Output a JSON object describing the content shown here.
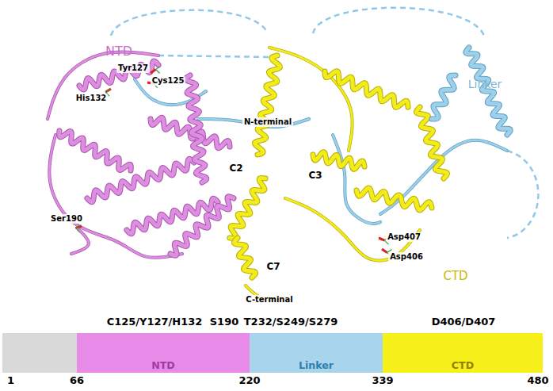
{
  "diagram": {
    "nodes": [
      {
        "text": [
          "NTD"
        ]
      },
      {
        "text": [
          "Linker"
        ]
      },
      {
        "text": [
          "CTD"
        ]
      }
    ],
    "labels": [
      "NTD",
      "Linker",
      "Tyr127",
      "Cys125",
      "His132",
      "N-terminal",
      "C2",
      "C3",
      "Asp407",
      "Asp406",
      "Ser190",
      "C7",
      "C-terminal",
      "CTD",
      "C125/Y127/H132",
      "S190",
      "T232/S249/S279",
      "D406/D407",
      "1",
      "66",
      "220",
      "339",
      "480"
    ]
  }
}
